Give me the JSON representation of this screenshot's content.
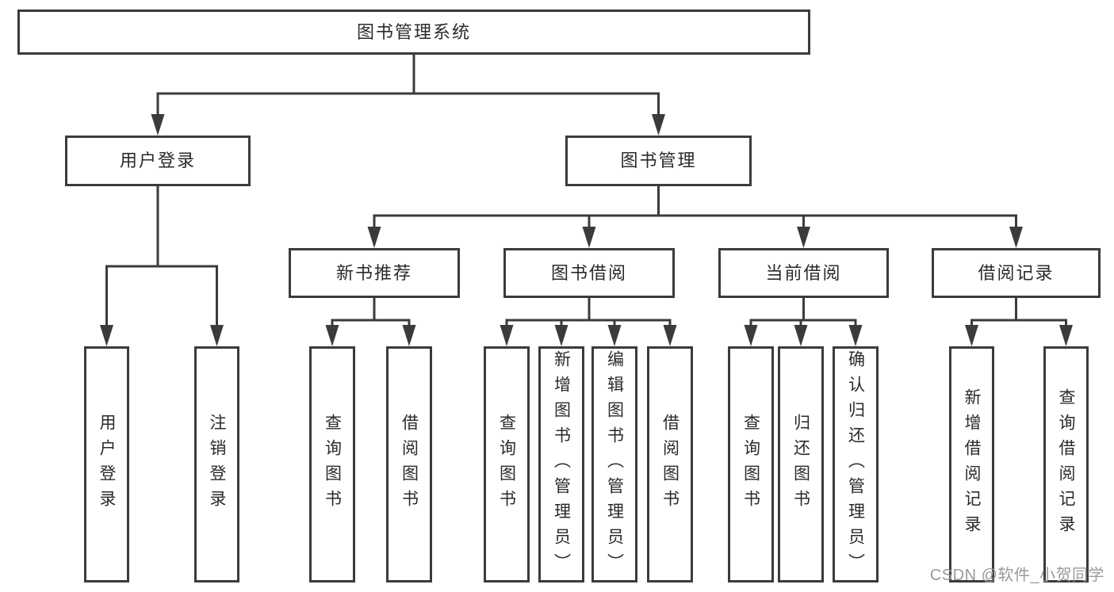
{
  "tree": {
    "root": {
      "label": "图书管理系统"
    },
    "level2": [
      {
        "label": "用户登录",
        "children": [
          "用户登录",
          "注销登录"
        ]
      },
      {
        "label": "图书管理"
      }
    ],
    "level3": [
      {
        "label": "新书推荐",
        "children": [
          "查询图书",
          "借阅图书"
        ]
      },
      {
        "label": "图书借阅",
        "children": [
          "查询图书",
          "新增图书（管理员）",
          "编辑图书（管理员）",
          "借阅图书"
        ]
      },
      {
        "label": "当前借阅",
        "children": [
          "查询图书",
          "归还图书",
          "确认归还（管理员）"
        ]
      },
      {
        "label": "借阅记录",
        "children": [
          "新增借阅记录",
          "查询借阅记录"
        ]
      }
    ]
  },
  "watermark": "CSDN @软件_小贺同学",
  "colors": {
    "line": "#3b3b3b",
    "border": "#3b3b3b",
    "text": "#2a2a2a",
    "watermark": "#9a9a9a",
    "background": "#ffffff"
  }
}
